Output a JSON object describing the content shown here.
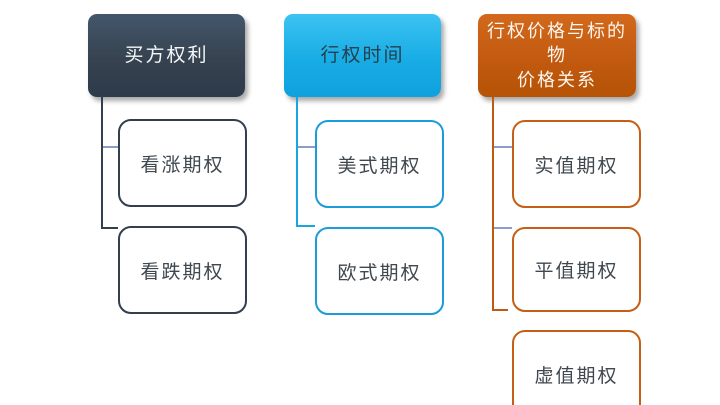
{
  "diagram": {
    "type": "hierarchy-smartart",
    "background_color": "#ffffff",
    "connector_stub_color": "#8f9cc9",
    "columns": [
      {
        "header": {
          "label": "买方权利"
        },
        "accent_color": "#36424f",
        "children": [
          {
            "label": "看涨期权"
          },
          {
            "label": "看跌期权"
          }
        ]
      },
      {
        "header": {
          "label": "行权时间"
        },
        "accent_color": "#18ace5",
        "children": [
          {
            "label": "美式期权"
          },
          {
            "label": "欧式期权"
          }
        ]
      },
      {
        "header": {
          "label": "行权价格与标的物\n价格关系"
        },
        "accent_color": "#c25a10",
        "children": [
          {
            "label": "实值期权"
          },
          {
            "label": "平值期权"
          },
          {
            "label": "虚值期权"
          }
        ]
      }
    ]
  }
}
